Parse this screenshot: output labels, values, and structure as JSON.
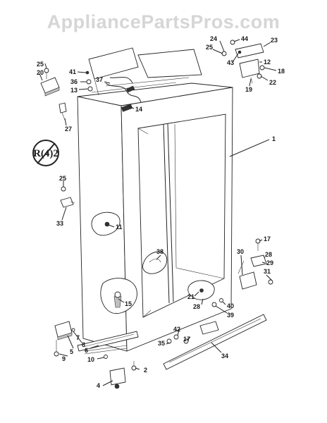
{
  "watermark": "AppliancePartsPros.com",
  "badge": "R(4)2",
  "header_note": "",
  "footer_left": "",
  "footer_right": "",
  "callouts": [
    {
      "id": "c1",
      "label": "1"
    },
    {
      "id": "c2",
      "label": "2"
    },
    {
      "id": "c4",
      "label": "4"
    },
    {
      "id": "c5",
      "label": "5"
    },
    {
      "id": "c6",
      "label": "6"
    },
    {
      "id": "c7",
      "label": "7"
    },
    {
      "id": "c8",
      "label": "8"
    },
    {
      "id": "c9",
      "label": "9"
    },
    {
      "id": "c10",
      "label": "10"
    },
    {
      "id": "c11",
      "label": "11"
    },
    {
      "id": "c12",
      "label": "12"
    },
    {
      "id": "c13",
      "label": "13"
    },
    {
      "id": "c14",
      "label": "14"
    },
    {
      "id": "c15",
      "label": "15"
    },
    {
      "id": "c17a",
      "label": "17"
    },
    {
      "id": "c17b",
      "label": "17"
    },
    {
      "id": "c18",
      "label": "18"
    },
    {
      "id": "c19",
      "label": "19"
    },
    {
      "id": "c20",
      "label": "20"
    },
    {
      "id": "c21",
      "label": "21"
    },
    {
      "id": "c22",
      "label": "22"
    },
    {
      "id": "c23",
      "label": "23"
    },
    {
      "id": "c24",
      "label": "24"
    },
    {
      "id": "c25a",
      "label": "25"
    },
    {
      "id": "c25b",
      "label": "25"
    },
    {
      "id": "c25c",
      "label": "25"
    },
    {
      "id": "c27",
      "label": "27"
    },
    {
      "id": "c28a",
      "label": "28"
    },
    {
      "id": "c28b",
      "label": "28"
    },
    {
      "id": "c29",
      "label": "29"
    },
    {
      "id": "c30",
      "label": "30"
    },
    {
      "id": "c31",
      "label": "31"
    },
    {
      "id": "c33",
      "label": "33"
    },
    {
      "id": "c34",
      "label": "34"
    },
    {
      "id": "c35",
      "label": "35"
    },
    {
      "id": "c36",
      "label": "36"
    },
    {
      "id": "c37",
      "label": "37"
    },
    {
      "id": "c38",
      "label": "38"
    },
    {
      "id": "c39",
      "label": "39"
    },
    {
      "id": "c40",
      "label": "40"
    },
    {
      "id": "c41",
      "label": "41"
    },
    {
      "id": "c42",
      "label": "42"
    },
    {
      "id": "c43",
      "label": "43"
    },
    {
      "id": "c44",
      "label": "44"
    }
  ]
}
